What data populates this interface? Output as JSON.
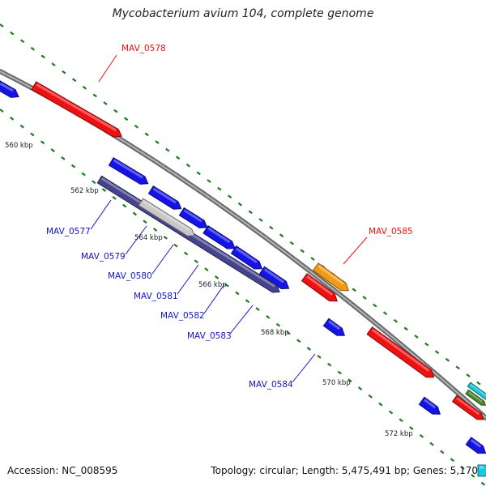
{
  "title": "Mycobacterium avium 104, complete genome",
  "footer": {
    "accession": "Accession: NC_008595",
    "summary": "Topology: circular; Length: 5,475,491 bp; Genes: 5,170"
  },
  "colors": {
    "background": "#ffffff",
    "backbone": "#8c8c8c",
    "tick": "#1f7a1f",
    "forward_gene": "#ee1111",
    "reverse_gene": "#1414e6",
    "operon": "#44448e",
    "pseudogene": "#c8c8c8",
    "highlight": "#f39a12",
    "label_red": "#ee1111",
    "label_blue": "#1414c8"
  },
  "scale_ticks": [
    "560 kbp",
    "562 kbp",
    "564 kbp",
    "566 kbp",
    "568 kbp",
    "570 kbp",
    "572 kbp"
  ],
  "gene_labels": [
    {
      "name": "MAV_0578",
      "color": "red"
    },
    {
      "name": "MAV_0577",
      "color": "blue"
    },
    {
      "name": "MAV_0579",
      "color": "blue"
    },
    {
      "name": "MAV_0580",
      "color": "blue"
    },
    {
      "name": "MAV_0581",
      "color": "blue"
    },
    {
      "name": "MAV_0582",
      "color": "blue"
    },
    {
      "name": "MAV_0583",
      "color": "blue"
    },
    {
      "name": "MAV_0585",
      "color": "red"
    },
    {
      "name": "MAV_0584",
      "color": "blue"
    }
  ]
}
